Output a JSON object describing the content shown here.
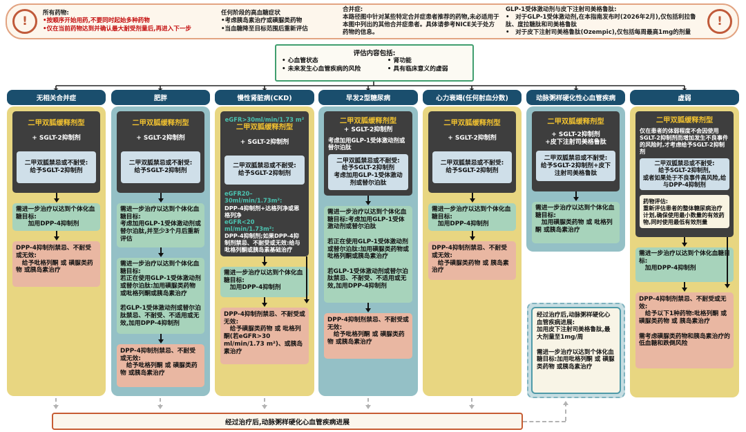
{
  "colors": {
    "banner_border": "#e2a381",
    "warning": "#c05a3a",
    "alert_red": "#c40f0f",
    "assessment_border": "#3f9e6e",
    "column_header": "#1a4e6d",
    "column_yellow": "#e8d681",
    "column_teal": "#94c0c6",
    "dark_box": "#3e3e3e",
    "dark_title_yellow": "#f2c230",
    "egfr_teal": "#4cc2b0",
    "contra_blue": "#cfdfe9",
    "escalation_green": "#a7d3bb",
    "failure_pink": "#e9b7a2",
    "progress_border": "#4f9aa8",
    "strip_border": "#c65c33"
  },
  "banner": {
    "icon": "!",
    "note1": {
      "title": "所有药物:",
      "line1": "•按顺序开始用药,不要同时起始多种药物",
      "line2": "•仅在当前药物达到并确认最大耐受剂量后,再进入下一步"
    },
    "note2": {
      "title": "任何阶段的高血糖症状",
      "line1": "•考虑胰岛素治疗或磺脲类药物",
      "line2": "•当血糖降至目标范围后重新评估"
    },
    "note3": {
      "title": "合并症:",
      "body": "本路径图中针对某些特定合并症患者推荐的药物,未必适用于本图中列出的其他合并症患者。具体请参考NICE关于处方药物的信息。"
    },
    "note4": {
      "title": "GLP-1受体激动剂与皮下注射司美格鲁肽:",
      "line1": "•　对于GLP-1受体激动剂,在本指南发布时(2026年2月),仅包括利拉鲁肽、度拉糖肽和司美格鲁肽",
      "line2": "•　对于皮下注射司美格鲁肽(Ozempic),仅包括每周最高1mg的剂量"
    }
  },
  "assessment": {
    "title": "评估内容包括:",
    "item1": "•  心血管状态",
    "item2": "•  未来发生心血管疾病的风险",
    "item3": "•  肾功能",
    "item4": "•  具有临床意义的虚弱"
  },
  "columns": {
    "c1": {
      "header": "无相关合并症",
      "dark_title": "二甲双胍缓释剂型",
      "dark_sub": "+ SGLT-2抑制剂",
      "contra": "二甲双胍禁忌或不耐受:\n给予SGLT-2抑制剂",
      "further": "需进一步治疗以达到个体化血糖目标:\n　　加用DPP-4抑制剂",
      "failure": "DPP-4抑制剂禁忌、不耐受或无效:\n　给予吡格列酮 或 磺脲类药物 或胰岛素治疗"
    },
    "c2": {
      "header": "肥胖",
      "dark_title": "二甲双胍缓释剂型",
      "dark_sub": "+ SGLT-2抑制剂",
      "contra": "二甲双胍禁忌或不耐受:\n给予SGLT-2抑制剂",
      "further1": "需进一步治疗以达到个体化血糖目标:\n考虑加用GLP-1受体激动剂或替尔泊肽,并至少3个月后重新评估",
      "further2": "需进一步治疗以达到个体化血糖目标:\n若正在使用GLP-1受体激动剂或替尔泊肽:加用磺脲类药物或吡格列酮或胰岛素治疗\n\n若GLP-1受体激动剂或替尔泊肽禁忌、不耐受、不适用或无效,加用DPP-4抑制剂",
      "failure": "DPP-4抑制剂禁忌、不耐受或无效:\n　给予吡格列酮 或 磺脲类药物 或胰岛素治疗"
    },
    "c3": {
      "header": "慢性肾脏病(CKD)",
      "egfr1": "eGFR>30ml/min/1.73 m²",
      "dark_title": "二甲双胍缓释剂型",
      "dark_sub": "+ SGLT-2抑制剂",
      "contra": "二甲双胍禁忌或不耐受:\n给予SGLT-2抑制剂",
      "egfr2_label": "eGFR20–30ml/min/1.73m²:",
      "egfr2_body": "DPP-4抑制剂+达格列净或恩格列净",
      "egfr3_label": "eGFR<20 ml/min/1.73m²:",
      "egfr3_body": "DPP-4抑制剂;如果DPP-4抑制剂禁忌、不耐受或无效:给与吡格列酮或胰岛素基础治疗",
      "further": "需进一步治疗以达到个体化血糖目标:\n　加用DPP-4抑制剂",
      "failure": "DPP-4抑制剂禁忌、不耐受或无效:\n　给予磺脲类药物 或 吡格列酮(若eGFR>30 ml/min/1.73 m²)、或胰岛素治疗"
    },
    "c4": {
      "header": "早发2型糖尿病",
      "dark_title": "二甲双胍缓释剂型",
      "dark_sub": "+ SGLT-2抑制剂",
      "dark_sub2": "考虑加用GLP-1受体激动剂或替尔泊肽",
      "contra": "二甲双胍禁忌或不耐受:\n给予SGLT-2抑制剂\n考虑加用GLP-1受体激动剂或替尔泊肽",
      "further": "需进一步治疗以达到个体化血糖目标:考虑加用GLP-1受体激动剂或替尔泊肽\n\n若正在使用GLP-1受体激动剂或替尔泊肽:加用磺脲类药物或吡格列酮或胰岛素治疗\n\n若GLP-1受体激动剂或替尔泊肽禁忌、不耐受、不适用或无效,加用DPP-4抑制剂",
      "failure": "DPP-4抑制剂禁忌、不耐受或无效:\n　给予吡格列酮 或 磺脲类药物 或胰岛素治疗"
    },
    "c5": {
      "header": "心力衰竭(任何射血分数)",
      "dark_title": "二甲双胍缓释剂型",
      "dark_sub": "+ SGLT-2抑制剂",
      "contra": "二甲双胍禁忌或不耐受:\n给予SGLT-2抑制剂",
      "further": "需进一步治疗以达到个体化血糖目标:\n　加用DPP-4抑制剂",
      "failure": "DPP-4抑制剂禁忌、不耐受或无效:\n　给予磺脲类药物 或 胰岛素治疗"
    },
    "c6": {
      "header": "动脉粥样硬化性心血管疾病",
      "dark_title": "二甲双胍缓释剂型",
      "dark_sub": "+ SGLT-2抑制剂\n+皮下注射司美格鲁肽",
      "contra": "二甲双胍禁忌或不耐受:\n给予SGLT-2抑制剂+皮下注射司美格鲁肽",
      "further": "需进一步治疗以达到个体化血糖目标:\n　加用磺脲类药物 或 吡格列酮 或胰岛素治疗",
      "progress": "经过治疗后,动脉粥样硬化心血管疾病进展:\n加用皮下注射司美格鲁肽,最大剂量至1mg/周\n\n需进一步治疗以达到个体化血糖目标:加用吡格列酮 或 磺脲类药物 或胰岛素治疗"
    },
    "c7": {
      "header": "虚弱",
      "dark_title": "二甲双胍缓释剂型",
      "dark_sub": "仅在患者的体弱程度不会因使用SGLT-2抑制剂而增加发生不良事件的风险时,才考虑给予SGLT-2抑制剂",
      "contra": "二甲双胍禁忌或不耐受:\n给予SGLT-2抑制剂,\n或者如果处于不良事件高风险,给与DPP-4抑制剂",
      "review": "药物评估:\n重新评估患者的整体糖尿病治疗计划,确保使用最小数量的有效药物,同时使用最低有效剂量",
      "further": "需进一步治疗以达到个体化血糖目标:\n　加用DPP-4抑制剂",
      "failure": "DPP-4抑制剂禁忌、不耐受或无效:\n　给予以下1种药物:吡格列酮 或 磺脲类药物 或 胰岛素治疗\n\n需考虑磺脲类药物和胰岛素治疗的低血糖和跌倒风险"
    }
  },
  "bottom": {
    "label": "经过治疗后,动脉粥样硬化心血管疾病进展"
  }
}
